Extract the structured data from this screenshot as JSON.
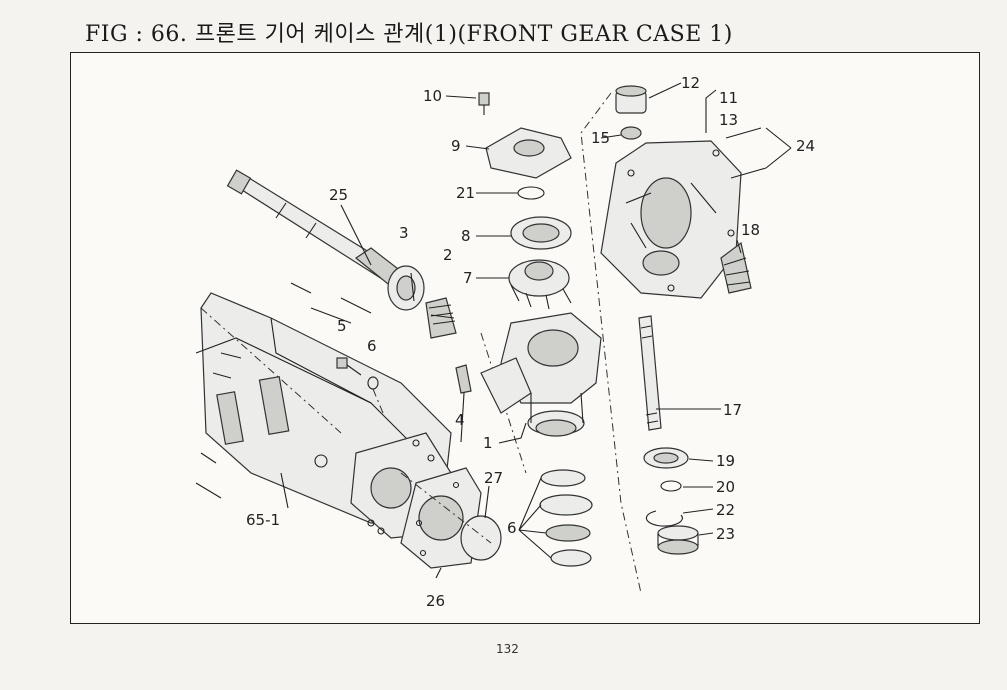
{
  "title": "FIG : 66. 프론트 기어 케이스 관계(1)(FRONT GEAR CASE 1)",
  "page_number": "132",
  "labels": {
    "p1": "1",
    "p2": "2",
    "p3": "3",
    "p4": "4",
    "p5": "5",
    "p6": "6",
    "p7": "7",
    "p8": "8",
    "p9": "9",
    "p10": "10",
    "p11": "11",
    "p12": "12",
    "p13": "13",
    "p15": "15",
    "p16": "6",
    "p17": "17",
    "p18": "18",
    "p19": "19",
    "p20": "20",
    "p21": "21",
    "p22": "22",
    "p23": "23",
    "p24": "24",
    "p25": "25",
    "p26": "26",
    "p27": "27",
    "p65": "65-1"
  }
}
